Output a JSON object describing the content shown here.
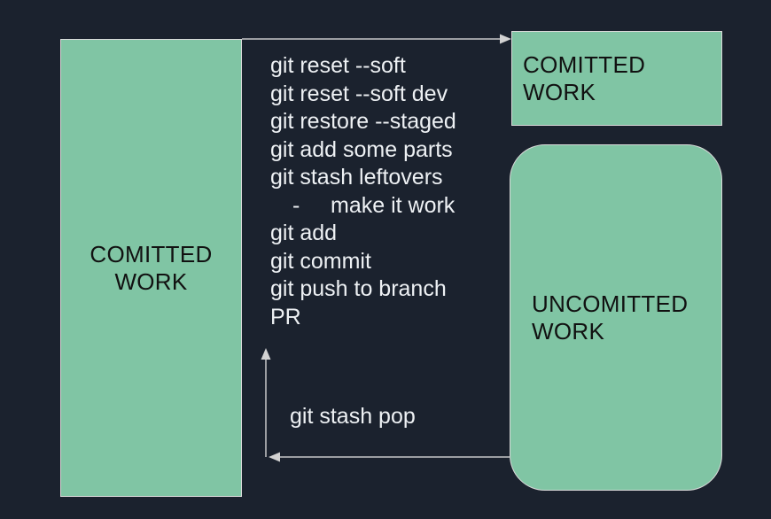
{
  "colors": {
    "background": "#1b222e",
    "box_fill": "#80c5a4",
    "box_border": "#d9d9d9",
    "box_text": "#111111",
    "command_text": "#eef1f4",
    "arrow": "#c8c8c8"
  },
  "boxes": {
    "left": {
      "label": "COMITTED\nWORK"
    },
    "top_right": {
      "label": "COMITTED\nWORK"
    },
    "bottom_right": {
      "label": "UNCOMITTED\nWORK"
    }
  },
  "commands": {
    "lines": [
      {
        "text": "git reset --soft"
      },
      {
        "text": "git reset --soft dev"
      },
      {
        "text": "git restore --staged"
      },
      {
        "text": "git add some parts"
      },
      {
        "text": "git stash leftovers"
      },
      {
        "prefix": "-",
        "text": "make it work",
        "indent": true
      },
      {
        "text": "git add"
      },
      {
        "text": "git commit"
      },
      {
        "text": "git push to branch"
      },
      {
        "text": "PR"
      }
    ]
  },
  "labels": {
    "stash_pop": "git stash pop"
  }
}
